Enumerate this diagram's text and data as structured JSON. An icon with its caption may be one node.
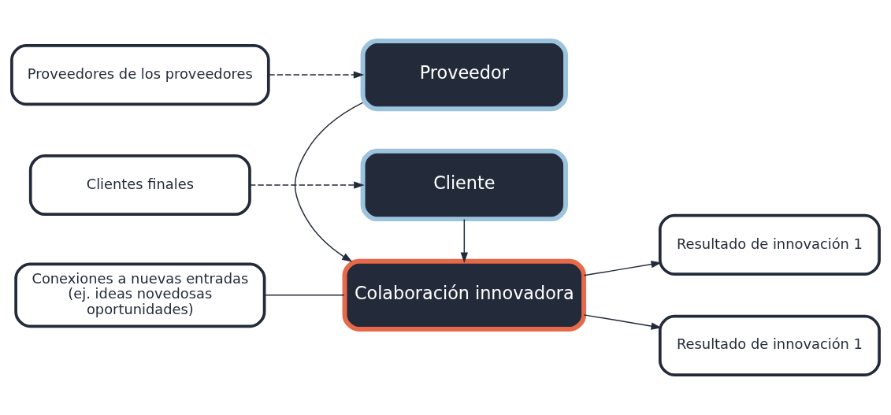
{
  "diagram": {
    "nodes": [
      {
        "text": [
          "Proveedores de los proveedores"
        ]
      },
      {
        "text": [
          "Proveedor"
        ]
      },
      {
        "text": [
          "Conexiones a nuevas entradas (ej. ideas novedosas oportunidades)"
        ]
      },
      {
        "text": [
          "Colaboración innovadora"
        ]
      },
      {
        "text": [
          "Resultado de innovación 1"
        ]
      },
      {
        "text": [
          "Resultado de innovación 1"
        ]
      },
      {
        "text": [
          "Clientes finales"
        ]
      },
      {
        "text": [
          "Cliente"
        ]
      }
    ],
    "edges": [
      {
        "from": 0,
        "to": 1,
        "arrow": "to",
        "style": "dashed"
      },
      {
        "from": 1,
        "to": 3,
        "arrow": "to"
      },
      {
        "from": 2,
        "to": 3,
        "arrow": "none"
      },
      {
        "from": 3,
        "to": 4,
        "arrow": "to"
      },
      {
        "from": 3,
        "to": 5,
        "arrow": "to"
      },
      {
        "from": 6,
        "to": 7,
        "arrow": "to",
        "style": "dashed"
      },
      {
        "from": 7,
        "to": 3,
        "arrow": "to"
      }
    ]
  }
}
